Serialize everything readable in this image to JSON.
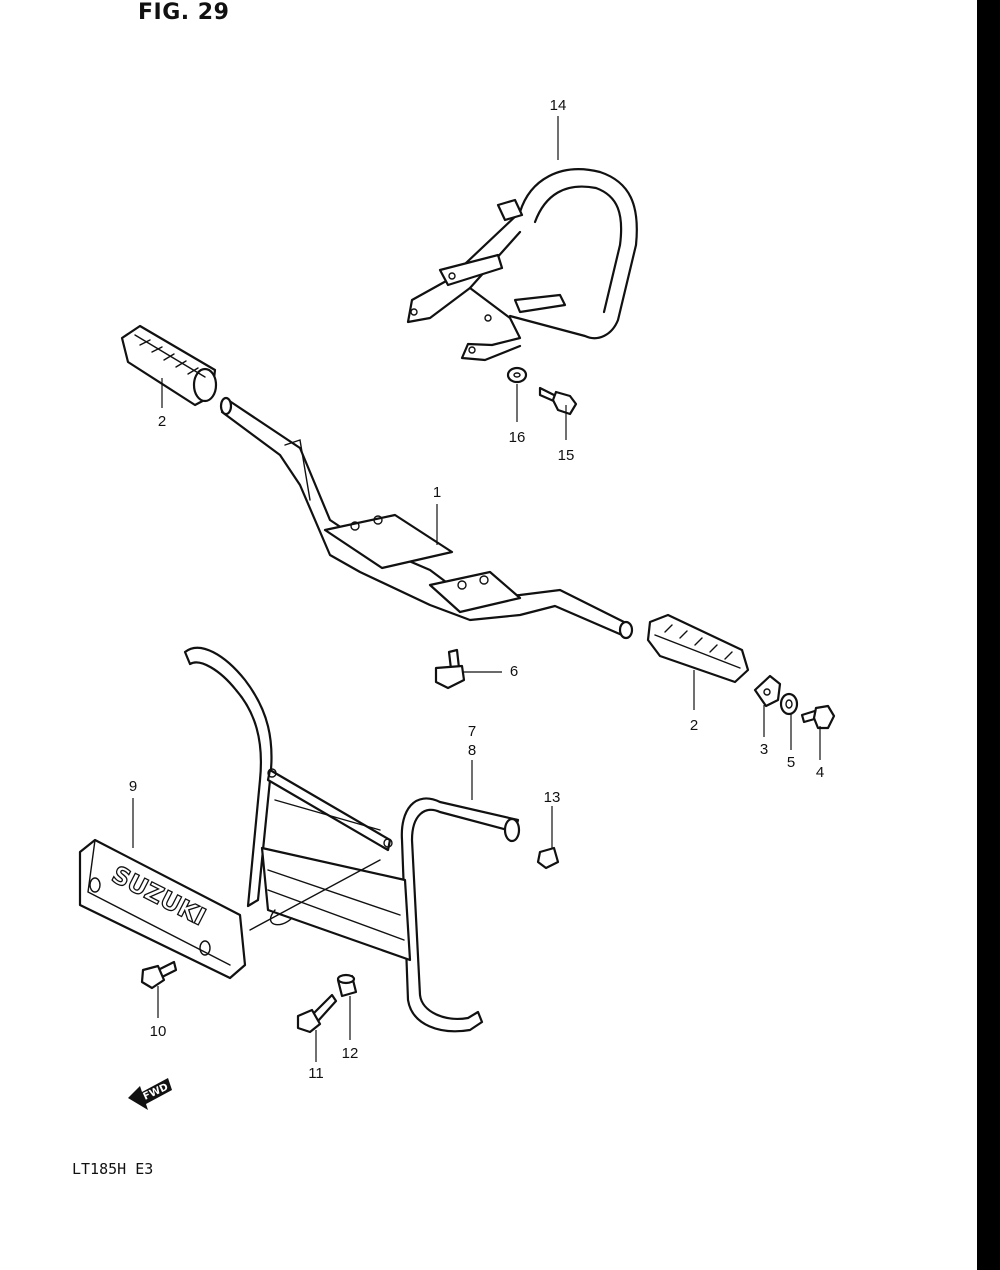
{
  "figure": {
    "title": "FIG. 29",
    "model_code": "LT185H  E3",
    "emblem_text": "SUZUKI",
    "direction_text": "FWD"
  },
  "callouts": {
    "c1": "1",
    "c2a": "2",
    "c2b": "2",
    "c3": "3",
    "c4": "4",
    "c5": "5",
    "c6": "6",
    "c7": "7",
    "c8": "8",
    "c9": "9",
    "c10": "10",
    "c11": "11",
    "c12": "12",
    "c13": "13",
    "c14": "14",
    "c15": "15",
    "c16": "16"
  },
  "colors": {
    "ink": "#111111",
    "paper": "#ffffff",
    "border": "#000000"
  }
}
